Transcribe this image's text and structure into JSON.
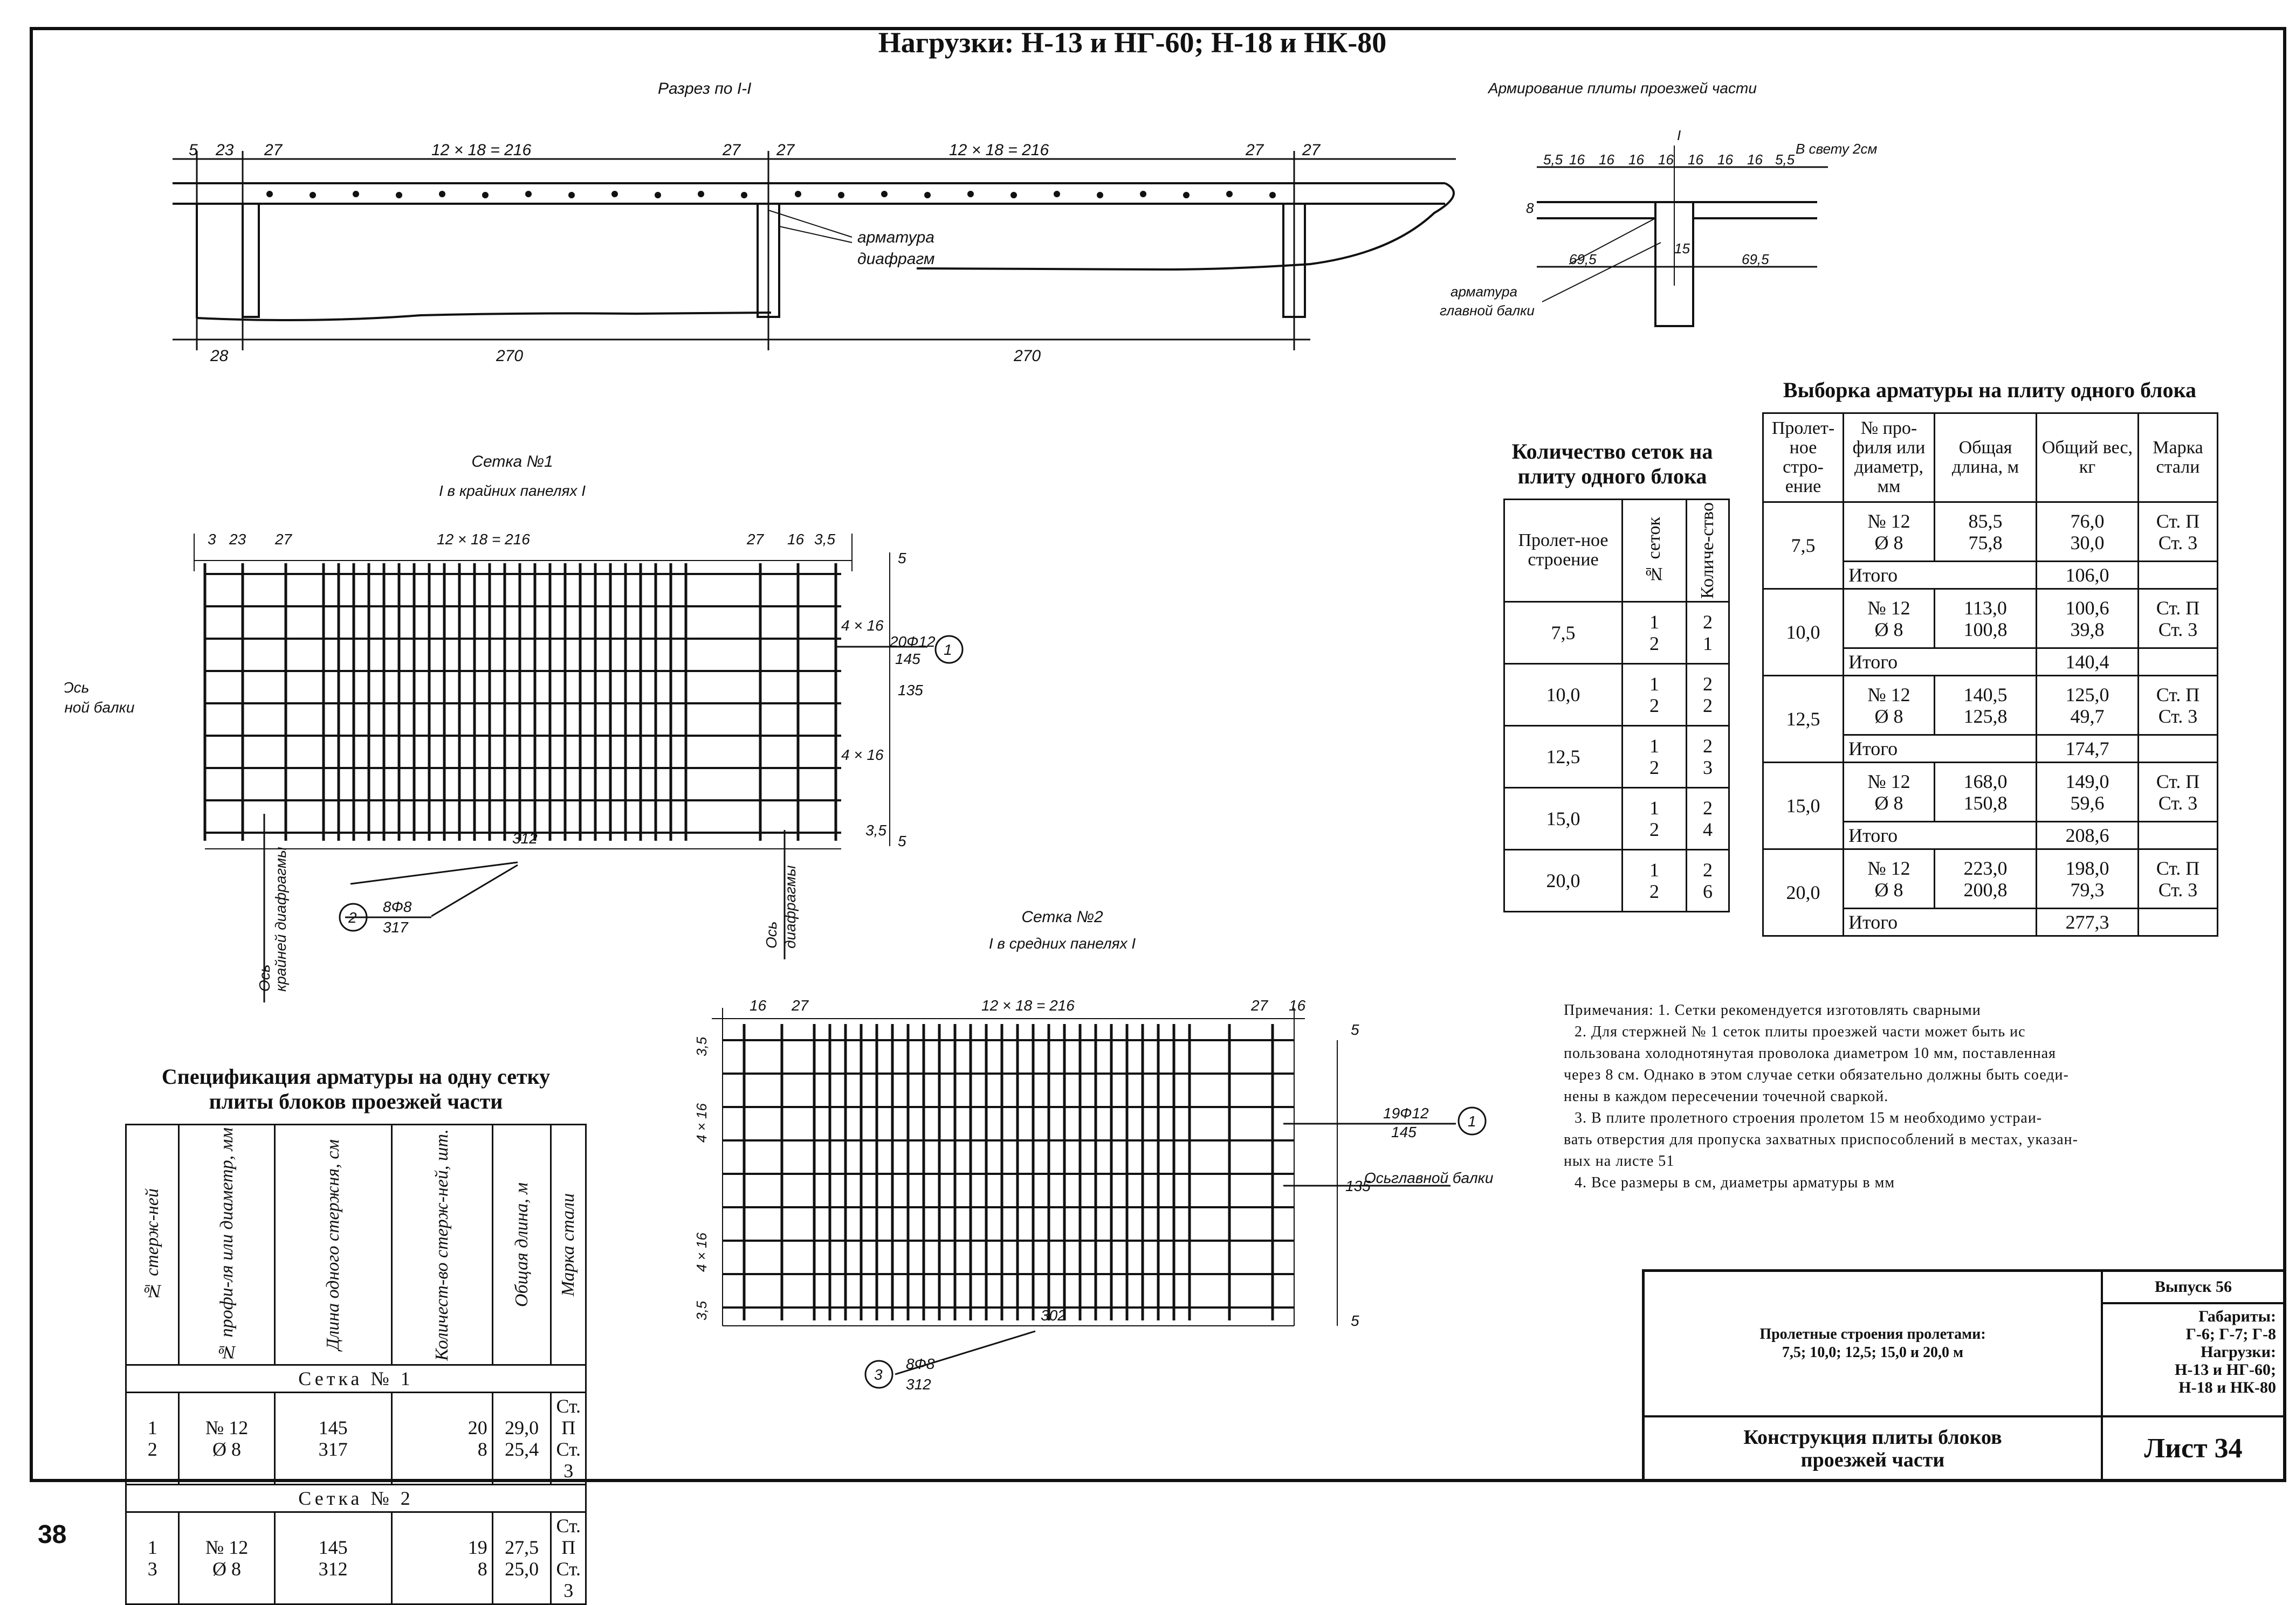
{
  "title": "Нагрузки: Н-13 и НГ-60; Н-18 и НК-80",
  "page_number": "38",
  "section": {
    "caption": "Разрез по I-I",
    "top_dims": [
      "5",
      "23",
      "27",
      "12 × 18 = 216",
      "27",
      "27",
      "12 × 18 = 216",
      "27",
      "27"
    ],
    "bottom_dims": [
      "28",
      "270",
      "270"
    ],
    "callout": [
      "арматура",
      "диафрагм"
    ]
  },
  "reinforcement_detail": {
    "caption": "Армирование плиты проезжей части",
    "top_dims": [
      "5,5",
      "16",
      "16",
      "16",
      "16",
      "16",
      "16",
      "16",
      "5,5"
    ],
    "marker": "I",
    "clear_label": "В свету 2см",
    "side_dim": "8",
    "bottom_dims": [
      "69,5",
      "15",
      "69,5"
    ],
    "callout": [
      "арматура",
      "главной балки"
    ]
  },
  "mesh1": {
    "title": "Сетка №1",
    "subtitle": "I в крайних панелях I",
    "top_dims": [
      "3",
      "23",
      "27",
      "12 × 18 = 216",
      "27",
      "16",
      "3,5"
    ],
    "left_dims": [
      "4 × 16",
      "4 × 16"
    ],
    "right_dims": [
      "5",
      "135",
      "3,5",
      "5"
    ],
    "length": "312",
    "callout1": {
      "top": "20Ф12",
      "bottom": "145",
      "num": "1"
    },
    "callout3": {
      "top": "8Ф8",
      "bottom": "317",
      "num": "2"
    },
    "axis_main": [
      "Ось",
      "главной балки"
    ],
    "axis_edge_diaphragm": [
      "Ось",
      "крайней диафрагмы"
    ],
    "axis_diaphragm": [
      "Ось",
      "диафрагмы"
    ]
  },
  "mesh2": {
    "title": "Сетка №2",
    "subtitle": "I в средних панелях I",
    "top_dims": [
      "16",
      "27",
      "12 × 18 = 216",
      "27",
      "16"
    ],
    "left_dims": [
      "3,5",
      "4 × 16",
      "4 × 16",
      "3,5"
    ],
    "right_dims": [
      "5",
      "135",
      "5"
    ],
    "length": "302",
    "callout1": {
      "top": "19Ф12",
      "bottom": "145",
      "num": "1"
    },
    "callout3": {
      "top": "8Ф8",
      "bottom": "312",
      "num": "3"
    },
    "axis_main": [
      "Ось",
      "главной балки"
    ]
  },
  "spec_table": {
    "title": [
      "Спецификация арматуры на одну сетку",
      "плиты блоков проезжей части"
    ],
    "headers": [
      "№ стерж-ней",
      "№ профи-ля или диаметр, мм",
      "Длина одного стержня, см",
      "Количест-во стерж-ней, шт.",
      "Общая длина, м",
      "Марка стали"
    ],
    "groups": [
      {
        "name": "Сетка № 1",
        "rows": [
          [
            "1",
            "№ 12",
            "145",
            "20",
            "29,0",
            "Ст. П"
          ],
          [
            "2",
            "Ø 8",
            "317",
            "8",
            "25,4",
            "Ст. 3"
          ]
        ]
      },
      {
        "name": "Сетка № 2",
        "rows": [
          [
            "1",
            "№ 12",
            "145",
            "19",
            "27,5",
            "Ст. П"
          ],
          [
            "3",
            "Ø 8",
            "312",
            "8",
            "25,0",
            "Ст. 3"
          ]
        ]
      }
    ]
  },
  "count_table": {
    "title": [
      "Количество сеток на",
      "плиту одного блока"
    ],
    "headers": [
      "Пролет-ное строение",
      "№ сеток",
      "Количе-ство"
    ],
    "rows": [
      {
        "span": "7,5",
        "nums": [
          "1",
          "2"
        ],
        "counts": [
          "2",
          "1"
        ]
      },
      {
        "span": "10,0",
        "nums": [
          "1",
          "2"
        ],
        "counts": [
          "2",
          "2"
        ]
      },
      {
        "span": "12,5",
        "nums": [
          "1",
          "2"
        ],
        "counts": [
          "2",
          "3"
        ]
      },
      {
        "span": "15,0",
        "nums": [
          "1",
          "2"
        ],
        "counts": [
          "2",
          "4"
        ]
      },
      {
        "span": "20,0",
        "nums": [
          "1",
          "2"
        ],
        "counts": [
          "2",
          "6"
        ]
      }
    ]
  },
  "selection_table": {
    "title": "Выборка арматуры на плиту одного блока",
    "headers": [
      "Пролет-ное стро-ение",
      "№ про-филя или диаметр, мм",
      "Общая длина, м",
      "Общий вес, кг",
      "Марка стали"
    ],
    "total_label": "Итого",
    "groups": [
      {
        "span": "7,5",
        "profiles": [
          "№ 12",
          "Ø 8"
        ],
        "lengths": [
          "85,5",
          "75,8"
        ],
        "weights": [
          "76,0",
          "30,0"
        ],
        "steels": [
          "Ст. П",
          "Ст. 3"
        ],
        "total": "106,0"
      },
      {
        "span": "10,0",
        "profiles": [
          "№ 12",
          "Ø 8"
        ],
        "lengths": [
          "113,0",
          "100,8"
        ],
        "weights": [
          "100,6",
          "39,8"
        ],
        "steels": [
          "Ст. П",
          "Ст. 3"
        ],
        "total": "140,4"
      },
      {
        "span": "12,5",
        "profiles": [
          "№ 12",
          "Ø 8"
        ],
        "lengths": [
          "140,5",
          "125,8"
        ],
        "weights": [
          "125,0",
          "49,7"
        ],
        "steels": [
          "Ст. П",
          "Ст. 3"
        ],
        "total": "174,7"
      },
      {
        "span": "15,0",
        "profiles": [
          "№ 12",
          "Ø 8"
        ],
        "lengths": [
          "168,0",
          "150,8"
        ],
        "weights": [
          "149,0",
          "59,6"
        ],
        "steels": [
          "Ст. П",
          "Ст. 3"
        ],
        "total": "208,6"
      },
      {
        "span": "20,0",
        "profiles": [
          "№ 12",
          "Ø 8"
        ],
        "lengths": [
          "223,0",
          "200,8"
        ],
        "weights": [
          "198,0",
          "79,3"
        ],
        "steels": [
          "Ст. П",
          "Ст. 3"
        ],
        "total": "277,3"
      }
    ]
  },
  "notes": [
    "Примечания: 1. Сетки рекомендуется изготовлять сварными",
    "2. Для стержней № 1 сеток плиты проезжей части может быть ис",
    "пользована холоднотянутая проволока диаметром 10 мм, поставленная",
    "через 8 см. Однако в этом случае сетки обязательно должны быть соеди-",
    "нены в каждом пересечении точечной сваркой.",
    "3. В плите пролетного строения пролетом 15 м необходимо устраи-",
    "вать отверстия для пропуска захватных приспособлений в местах, указан-",
    "ных на листе 51",
    "4. Все размеры в см, диаметры арматуры в мм"
  ],
  "title_block": {
    "desc": [
      "Пролетные строения пролетами:",
      "7,5; 10,0; 12,5; 15,0 и 20,0 м"
    ],
    "issue": "Выпуск 56",
    "info": [
      "Габариты:",
      "Г-6; Г-7; Г-8",
      "Нагрузки:",
      "Н-13 и НГ-60;",
      "Н-18 и НК-80"
    ],
    "name": [
      "Конструкция плиты блоков",
      "проезжей части"
    ],
    "sheet": "Лист 34"
  }
}
